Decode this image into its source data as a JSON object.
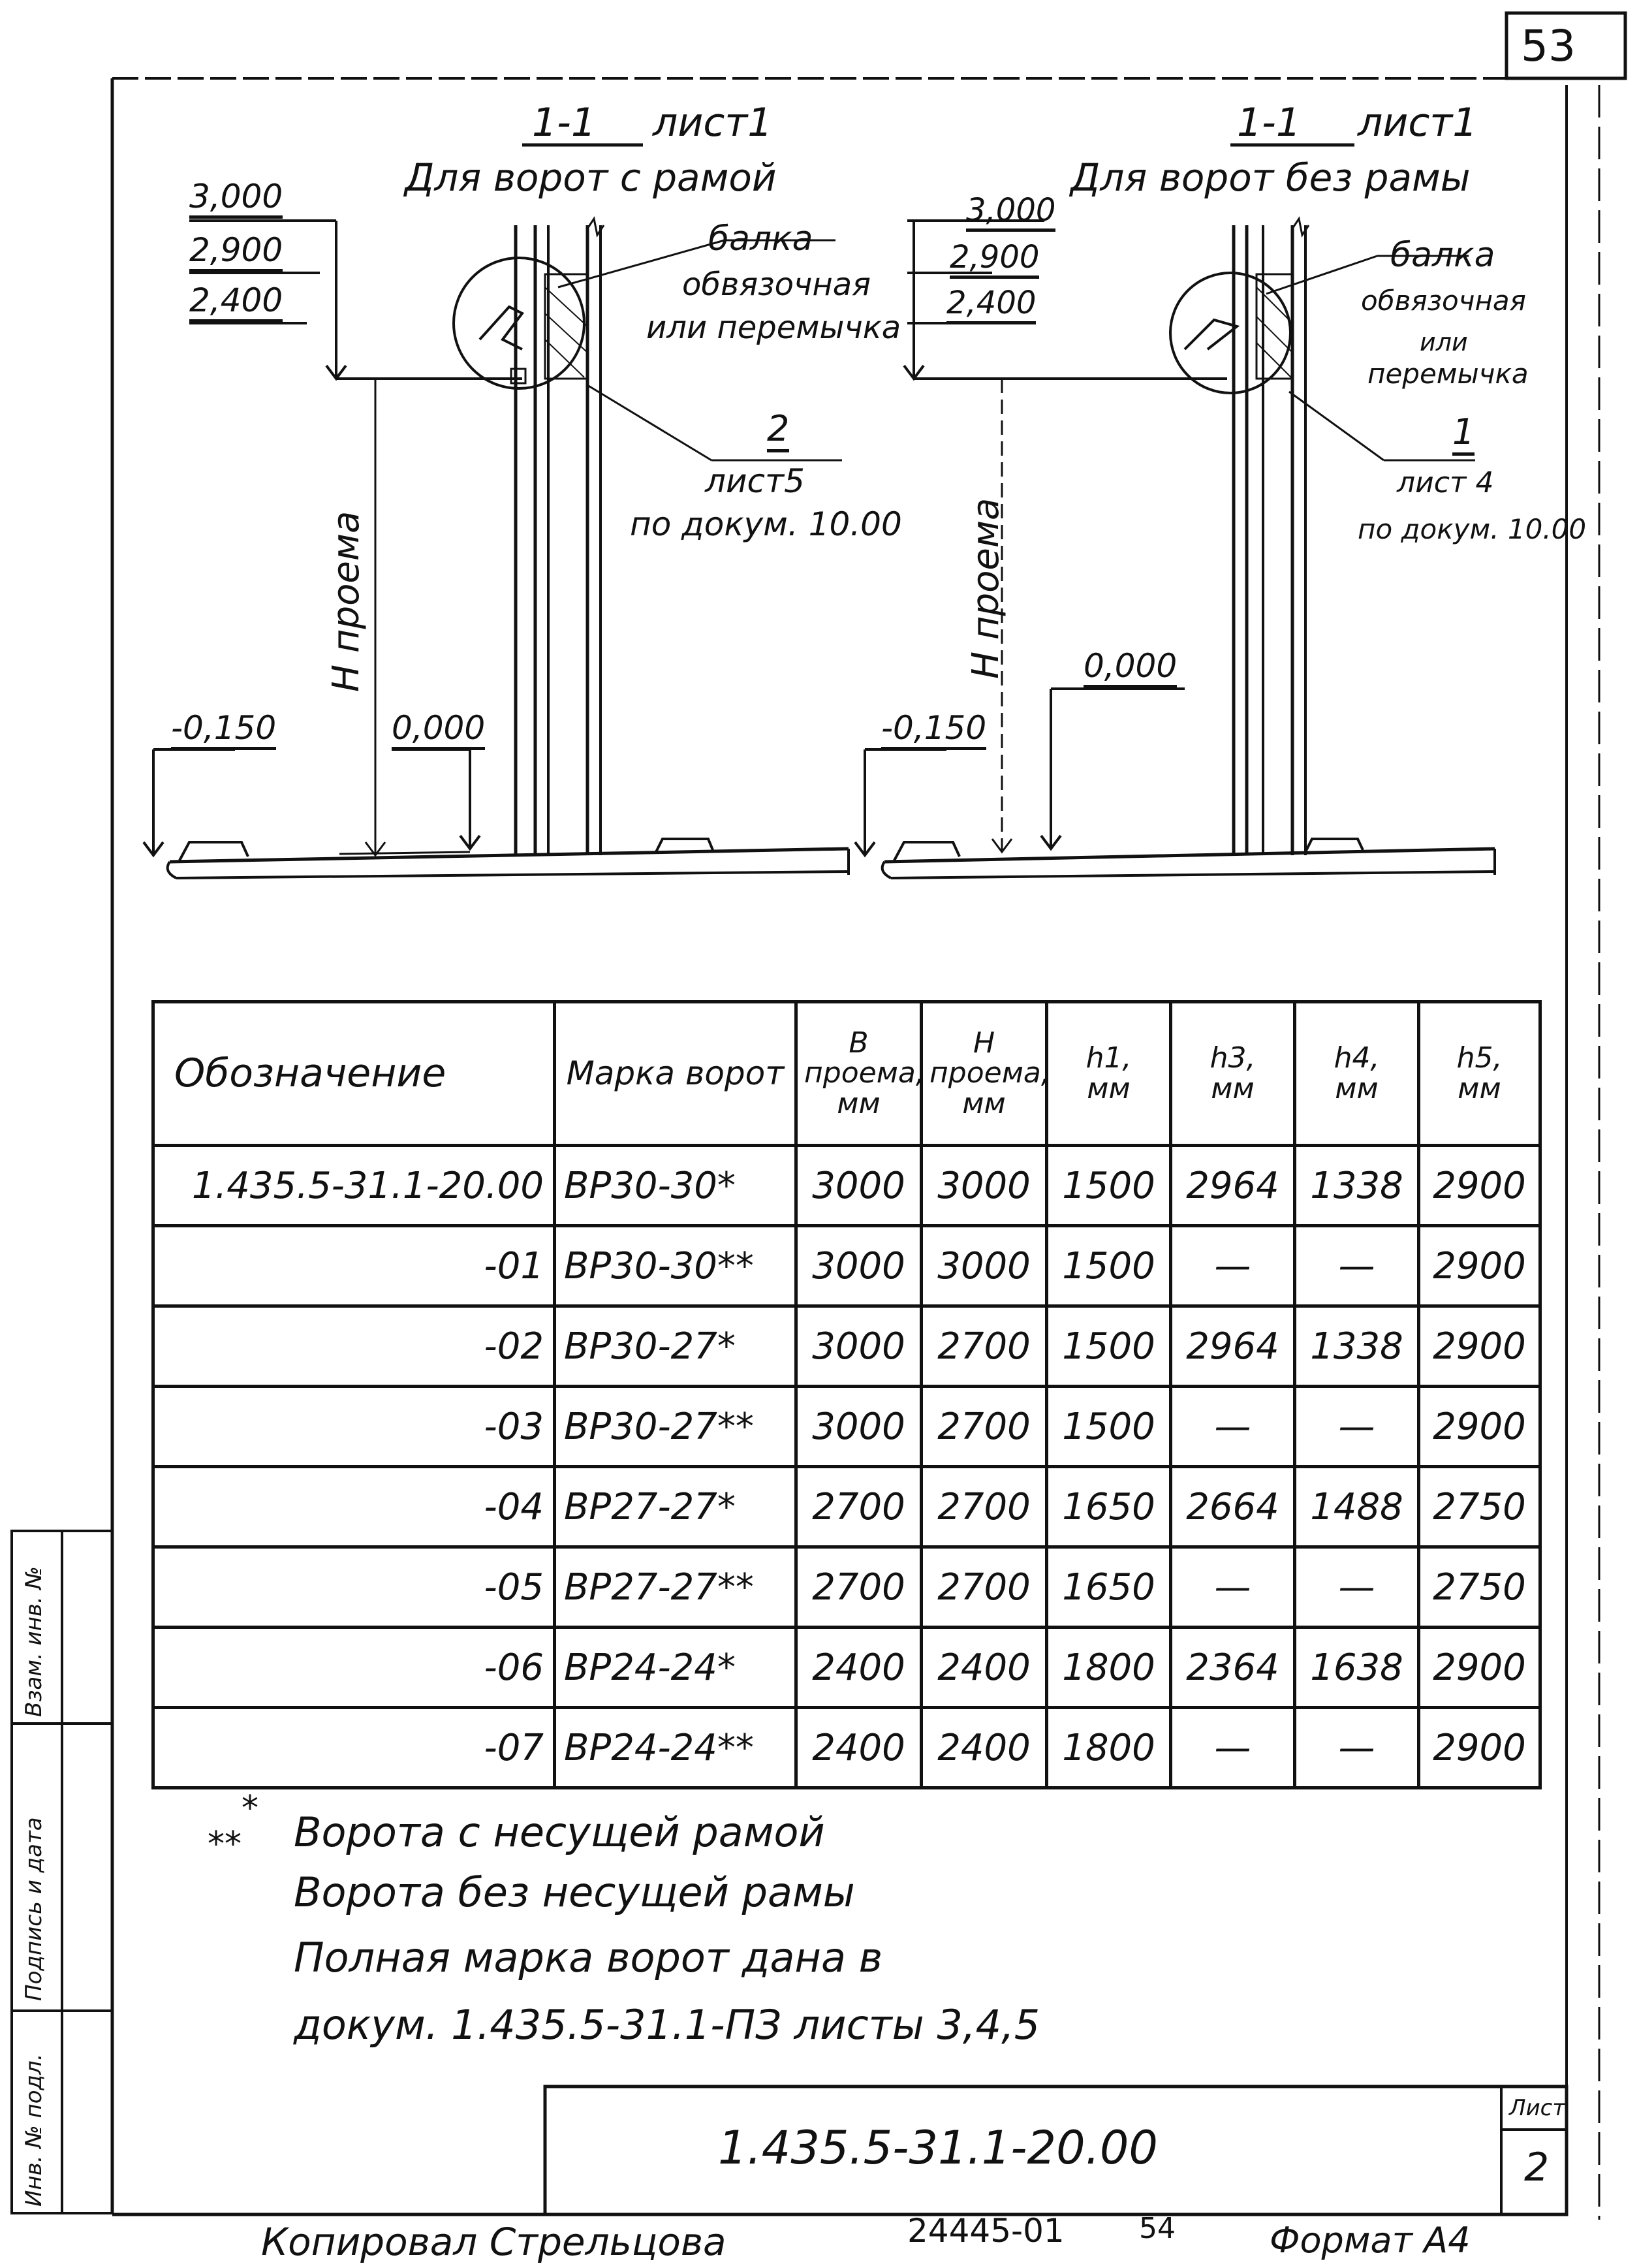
{
  "page_number": "53",
  "left_section": {
    "section_title": "1-1",
    "sheet": "лист1",
    "subtitle": "Для ворот с рамой",
    "level_3000": "3,000",
    "level_2900": "2,900",
    "level_2400": "2,400",
    "beam_label_1": "балка",
    "beam_label_2": "обвязочная",
    "beam_label_3": "или перемычка",
    "node_number": "2",
    "node_sheet": "лист5",
    "node_doc": "по докум. 10.00",
    "height_label": "H проема",
    "level_minus": "-0,150",
    "level_zero": "0,000"
  },
  "right_section": {
    "section_title": "1-1",
    "sheet": "лист1",
    "subtitle": "Для ворот без рамы",
    "level_3000": "3,000",
    "level_2900": "2,900",
    "level_2400": "2,400",
    "beam_label_1": "балка",
    "beam_label_2": "обвязочная",
    "beam_label_3": "или",
    "beam_label_4": "перемычка",
    "node_number": "1",
    "node_sheet": "лист 4",
    "node_doc": "по докум. 10.00",
    "height_label": "H проема",
    "level_minus": "-0,150",
    "level_zero": "0,000"
  },
  "table": {
    "headers": {
      "designation": "Обозначение",
      "mark": "Марка ворот",
      "b_line1": "B",
      "b_line2": "проема,",
      "b_line3": "мм",
      "h_line1": "H",
      "h_line2": "проема,",
      "h_line3": "мм",
      "h1_line1": "h1,",
      "h1_line2": "мм",
      "h3_line1": "h3,",
      "h3_line2": "мм",
      "h4_line1": "h4,",
      "h4_line2": "мм",
      "h5_line1": "h5,",
      "h5_line2": "мм"
    },
    "rows": [
      {
        "code": "1.435.5-31.1-20.00",
        "mark": "ВР30-30*",
        "b": "3000",
        "h": "3000",
        "h1": "1500",
        "h3": "2964",
        "h4": "1338",
        "h5": "2900"
      },
      {
        "code": "-01",
        "mark": "ВР30-30**",
        "b": "3000",
        "h": "3000",
        "h1": "1500",
        "h3": "—",
        "h4": "—",
        "h5": "2900"
      },
      {
        "code": "-02",
        "mark": "ВР30-27*",
        "b": "3000",
        "h": "2700",
        "h1": "1500",
        "h3": "2964",
        "h4": "1338",
        "h5": "2900"
      },
      {
        "code": "-03",
        "mark": "ВР30-27**",
        "b": "3000",
        "h": "2700",
        "h1": "1500",
        "h3": "—",
        "h4": "—",
        "h5": "2900"
      },
      {
        "code": "-04",
        "mark": "ВР27-27*",
        "b": "2700",
        "h": "2700",
        "h1": "1650",
        "h3": "2664",
        "h4": "1488",
        "h5": "2750"
      },
      {
        "code": "-05",
        "mark": "ВР27-27**",
        "b": "2700",
        "h": "2700",
        "h1": "1650",
        "h3": "—",
        "h4": "—",
        "h5": "2750"
      },
      {
        "code": "-06",
        "mark": "ВР24-24*",
        "b": "2400",
        "h": "2400",
        "h1": "1800",
        "h3": "2364",
        "h4": "1638",
        "h5": "2900"
      },
      {
        "code": "-07",
        "mark": "ВР24-24**",
        "b": "2400",
        "h": "2400",
        "h1": "1800",
        "h3": "—",
        "h4": "—",
        "h5": "2900"
      }
    ]
  },
  "notes": {
    "star1": "*",
    "star2": "**",
    "line1": "Ворота с несущей рамой",
    "line2": "Ворота без несущей рамы",
    "line3": "Полная марка ворот дана в",
    "line4": "докум. 1.435.5-31.1-ПЗ листы 3,4,5"
  },
  "stamp": {
    "doc_code": "1.435.5-31.1-20.00",
    "sheet_label": "Лист",
    "sheet_number": "2"
  },
  "side_stamp": {
    "inv_orig": "Инв. № подл.",
    "sign_date": "Подпись и дата",
    "replace_inv": "Взам. инв. №"
  },
  "footer": {
    "copied_by": "Копировал Стрельцова",
    "order_number": "24445-01",
    "extra_number": "54",
    "format": "Формат А4"
  }
}
